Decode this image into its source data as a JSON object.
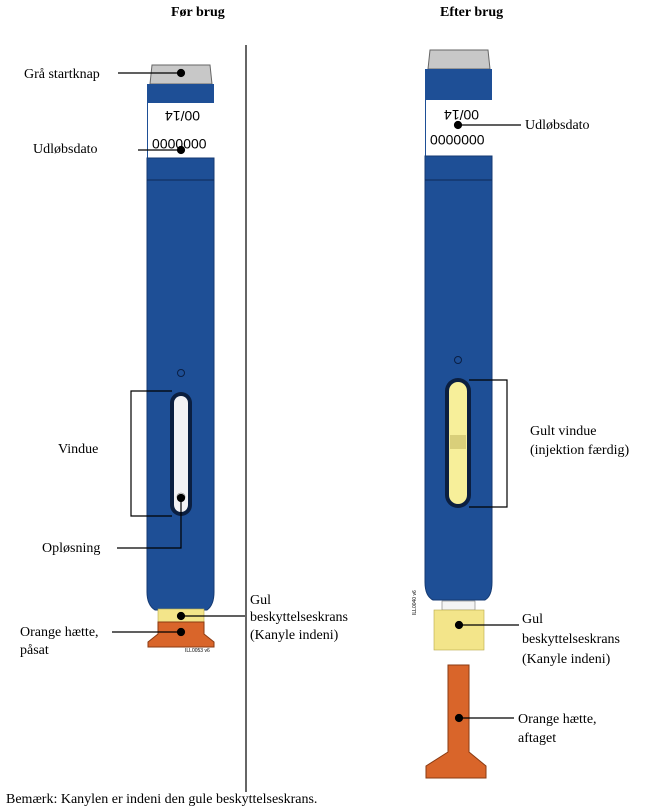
{
  "headers": {
    "before": "Før brug",
    "after": "Efter brug"
  },
  "left": {
    "start_button": "Grå startknap",
    "expiry": "Udløbsdato",
    "window": "Vindue",
    "solution": "Opløsning",
    "guard_line1": "Gul",
    "guard_line2": "beskyttelseskrans",
    "guard_line3": "(Kanyle indeni)",
    "cap_line1": "Orange hætte,",
    "cap_line2": "påsat",
    "label_lot": "0000000",
    "label_date": "00/14",
    "code": "ILL0053 v6"
  },
  "right": {
    "expiry": "Udløbsdato",
    "window_line1": "Gult vindue",
    "window_line2": "(injektion færdig)",
    "guard_line1": "Gul",
    "guard_line2": "beskyttelseskrans",
    "guard_line3": "(Kanyle indeni)",
    "cap_line1": "Orange hætte,",
    "cap_line2": "aftaget",
    "label_lot": "0000000",
    "label_date": "00/14",
    "code": "ILL0040 v6"
  },
  "note": "Bemærk: Kanylen er indeni den gule beskyttelseskrans.",
  "colors": {
    "pen_blue": "#1e4f96",
    "pen_blue_dark": "#143a73",
    "button_gray": "#c8c8c8",
    "orange_cap": "#d9652a",
    "yellow_guard": "#f3e58a",
    "yellow_window": "#f7ef9a"
  }
}
